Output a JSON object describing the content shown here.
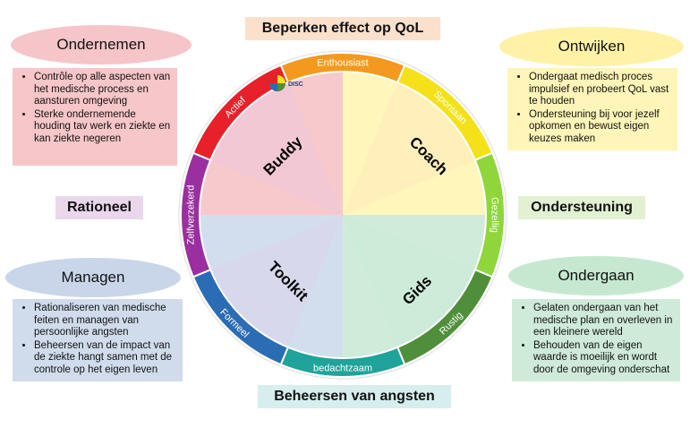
{
  "axes": {
    "top": "Beperken effect op QoL",
    "bottom": "Beheersen van angsten",
    "left": "Rationeel",
    "right": "Ondersteuning"
  },
  "quadrants": {
    "top_left": {
      "title": "Ondernemen",
      "bullets": [
        "Contrôle op alle aspecten van het medische process en aansturen omgeving",
        "Sterke ondernemende houding tav werk en ziekte en kan ziekte negeren"
      ],
      "color": "#f7c6c9"
    },
    "top_right": {
      "title": "Ontwijken",
      "bullets": [
        "Ondergaat medisch proces impulsief en probeert QoL vast te houden",
        "Ondersteuning bij voor jezelf opkomen en bewust eigen keuzes maken"
      ],
      "color": "#fff5b8"
    },
    "bottom_left": {
      "title": "Managen",
      "bullets": [
        "Rationaliseren van medische feiten en managen van persoonlijke angsten",
        "Beheersen van de impact van de ziekte hangt samen met de controle op het eigen leven"
      ],
      "color": "#d0dcec"
    },
    "bottom_right": {
      "title": "Ondergaan",
      "bullets": [
        "Gelaten ondergaan van het medische plan en overleven in een kleinere wereld",
        "Behouden van de eigen waarde is moeilijk en wordt door de omgeving onderschat"
      ],
      "color": "#cfead8"
    }
  },
  "wheel": {
    "roles": [
      "Buddy",
      "Coach",
      "Toolkit",
      "Gids"
    ],
    "ring_segments": [
      {
        "label": "Enthousiast",
        "color": "#f39a1e"
      },
      {
        "label": "Spontaan",
        "color": "#f5e11a"
      },
      {
        "label": "Gezellig",
        "color": "#8fd63a"
      },
      {
        "label": "Rustig",
        "color": "#4f8f3a"
      },
      {
        "label": "bedachtzaam",
        "color": "#1fa39a"
      },
      {
        "label": "Formeel",
        "color": "#2a6db5"
      },
      {
        "label": "Zelfverzekerd",
        "color": "#9b2fa0"
      },
      {
        "label": "Actief",
        "color": "#e8202a"
      }
    ],
    "logo_text": "DISC"
  }
}
